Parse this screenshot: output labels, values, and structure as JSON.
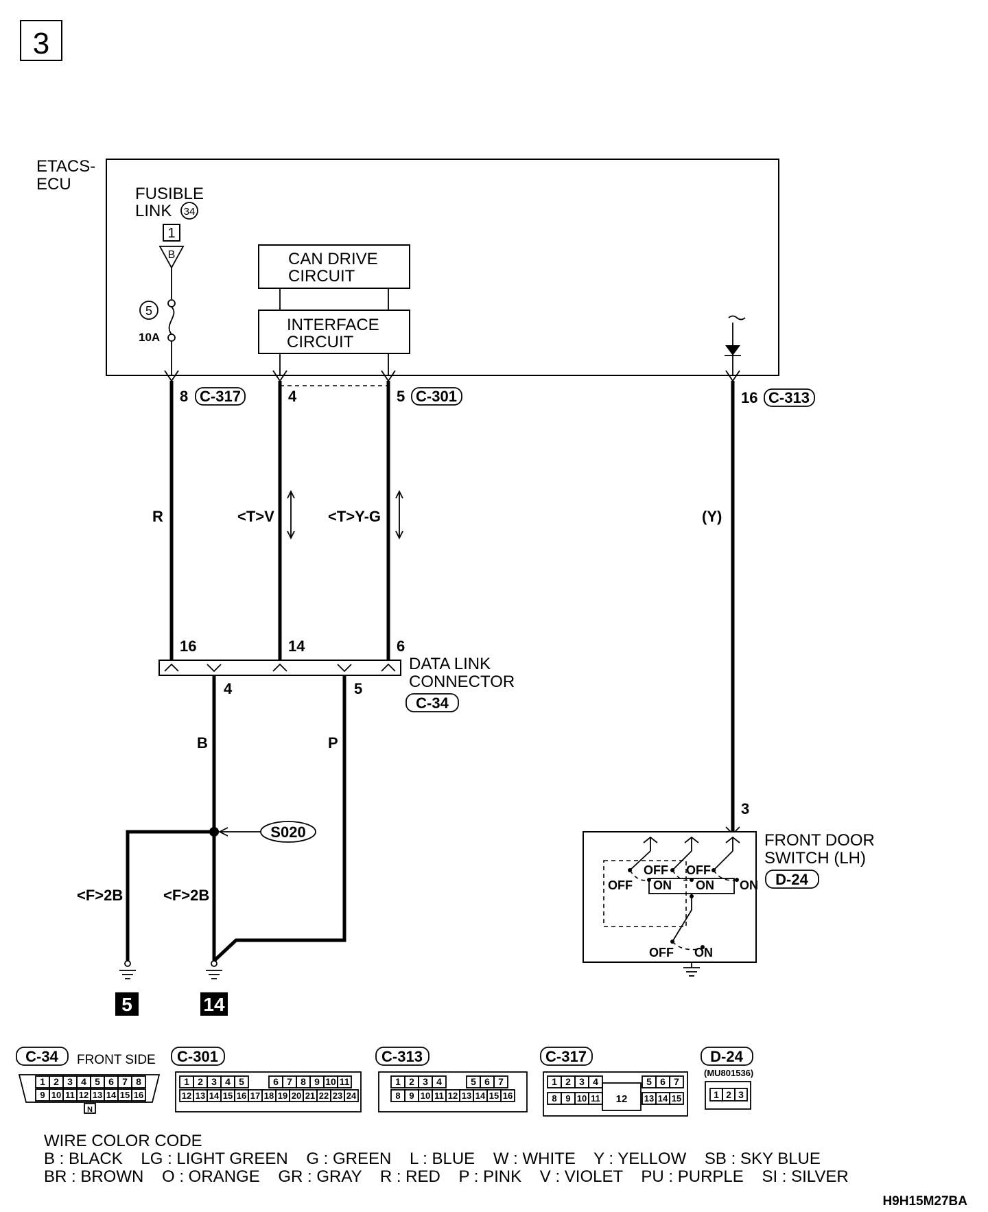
{
  "page_number": "3",
  "drawing_code": "H9H15M27BA",
  "ecu": {
    "label_1": "ETACS-",
    "label_2": "ECU"
  },
  "fusible_link": {
    "label_1": "FUSIBLE",
    "label_2": "LINK",
    "number": "34",
    "terminal": "1",
    "symbol": "B",
    "fuse_number": "5",
    "fuse_rating": "10A"
  },
  "blocks": {
    "can_1": "CAN DRIVE",
    "can_2": "CIRCUIT",
    "if_1": "INTERFACE",
    "if_2": "CIRCUIT"
  },
  "ecu_pins": {
    "p8": "8",
    "c317": "C-317",
    "p4": "4",
    "p5": "5",
    "c301": "C-301",
    "p16": "16",
    "c313": "C-313"
  },
  "wire_colors": {
    "r": "R",
    "tv": "<T>V",
    "tyg": "<T>Y-G",
    "y": "(Y)",
    "b": "B",
    "p": "P",
    "f2b_left": "<F>2B",
    "f2b_right": "<F>2B"
  },
  "dlc": {
    "label_1": "DATA LINK",
    "label_2": "CONNECTOR",
    "code": "C-34",
    "p16": "16",
    "p14": "14",
    "p6": "6",
    "p4": "4",
    "p5": "5"
  },
  "splice": "S020",
  "grounds": {
    "g1": "5",
    "g2": "14"
  },
  "door_switch": {
    "label_1": "FRONT DOOR",
    "label_2": "SWITCH (LH)",
    "code": "D-24",
    "pin": "3",
    "off": "OFF",
    "on": "ON"
  },
  "connectors": {
    "c34": {
      "code": "C-34",
      "note": "FRONT SIDE",
      "row1": [
        "1",
        "2",
        "3",
        "4",
        "5",
        "6",
        "7",
        "8"
      ],
      "row2": [
        "9",
        "10",
        "11",
        "12",
        "13",
        "14",
        "15",
        "16"
      ],
      "key": "N"
    },
    "c301": {
      "code": "C-301",
      "row1": [
        "1",
        "2",
        "3",
        "4",
        "5",
        "6",
        "7",
        "8",
        "9",
        "10",
        "11"
      ],
      "row2": [
        "12",
        "13",
        "14",
        "15",
        "16",
        "17",
        "18",
        "19",
        "20",
        "21",
        "22",
        "23",
        "24"
      ]
    },
    "c313": {
      "code": "C-313",
      "row1": [
        "1",
        "2",
        "3",
        "4",
        "5",
        "6",
        "7"
      ],
      "row2": [
        "8",
        "9",
        "10",
        "11",
        "12",
        "13",
        "14",
        "15",
        "16"
      ]
    },
    "c317": {
      "code": "C-317",
      "row1": [
        "1",
        "2",
        "3",
        "4",
        "5",
        "6",
        "7"
      ],
      "row2": [
        "8",
        "9",
        "10",
        "11",
        "13",
        "14",
        "15"
      ],
      "center": "12"
    },
    "d24": {
      "code": "D-24",
      "part": "(MU801536)",
      "row1": [
        "1",
        "2",
        "3"
      ]
    }
  },
  "legend": {
    "title": "WIRE COLOR CODE",
    "line1": "B : BLACK    LG : LIGHT GREEN    G : GREEN    L : BLUE    W : WHITE    Y : YELLOW    SB : SKY BLUE",
    "line2": "BR : BROWN    O : ORANGE    GR : GRAY    R : RED    P : PINK    V : VIOLET    PU : PURPLE    SI : SILVER"
  }
}
